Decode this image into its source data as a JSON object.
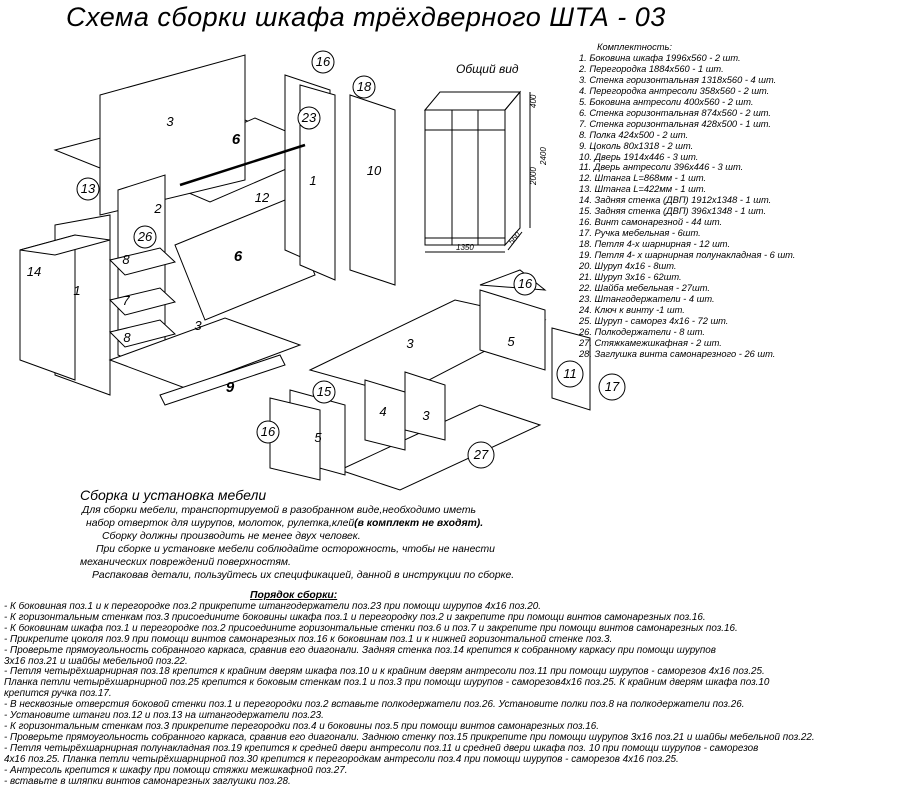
{
  "title": "Схема сборки шкафа трёхдверного  ШТА - 03",
  "overall_view": "Общий вид",
  "dimensions": {
    "height_total": "2400",
    "height_top": "400",
    "height_body": "2000",
    "depth": "560",
    "width": "1350"
  },
  "parts_header": "Комплектность:",
  "parts": [
    "1. Боковина шкафа 1996х560 - 2 шт.",
    "2. Перегородка 1884х560 - 1 шт.",
    "3. Стенка горизонтальная 1318х560 - 4 шт.",
    "4. Перегородка антресоли 358х560 - 2 шт.",
    "5. Боковина антресоли 400х560 - 2 шт.",
    "6. Стенка горизонтальная 874х560 - 2 шт.",
    "7. Стенка горизонтальная 428х500 - 1 шт.",
    "8. Полка  424х500 - 2 шт.",
    "9. Цоколь 80х1318 - 2 шт.",
    "10. Дверь 1914х446 - 3 шт.",
    "11. Дверь антресоли 396х446 - 3 шт.",
    "12. Штанга L=868мм - 1 шт.",
    "13. Штанга L=422мм - 1 шт.",
    "14. Задняя стенка (ДВП) 1912х1348 - 1 шт.",
    "15. Задняя стенка (ДВП) 396х1348 - 1 шт.",
    "16. Винт самонарезной - 44 шт.",
    "17. Ручка мебельная - 6шт.",
    "18. Петля 4-х шарнирная - 12 шт.",
    "19. Петля 4- х шарнирная полунакладная - 6 шт.",
    "20. Шуруп 4х16 - 8шт.",
    "21. Шуруп 3х16 - 62шт.",
    "22. Шайба мебельная - 27шт.",
    "23. Штангодержатели - 4 шт.",
    "24. Ключ к винту -1 шт.",
    "25. Шуруп - саморез 4х16 - 72 шт.",
    "26. Полкодержатели - 8 шт.",
    "27. Стяжкамежшкафная - 2 шт.",
    "28. Заглушка винта самонарезного - 26 шт."
  ],
  "callouts": {
    "c1": "1",
    "c2": "2",
    "c3": "3",
    "c5": "5",
    "c6": "6",
    "c7": "7",
    "c8": "8",
    "c9": "9",
    "c10": "10",
    "c11": "11",
    "c12": "12",
    "c13": "13",
    "c14": "14",
    "c15": "15",
    "c16": "16",
    "c17": "17",
    "c18": "18",
    "c23": "23",
    "c26": "26",
    "c27": "27",
    "c4": "4"
  },
  "assembly_title": "Сборка и установка мебели",
  "intro": [
    "Для сборки мебели, транспортируемой в разобранном виде,необходимо иметь",
    "набор отверток для шурупов, молоток, рулетка,клей",
    "(в комплект не входят).",
    "Сборку должны производить не менее двух человек.",
    "При сборке и установке мебели соблюдайте осторожность,  чтобы не нанести",
    "механических повреждений поверхностям.",
    "Распаковав детали, пользуйтесь их спецификацией, данной в инструкции по сборке."
  ],
  "order_title": "Порядок сборки:",
  "steps": [
    "- К боковиная поз.1 и к перегородке поз.2 прикрепите штангодержатели поз.23 при помощи шурупов 4х16 поз.20.",
    "- К горизонтальным стенкам поз.3 присоедините боковины шкафа поз.1 и перегородку поз.2 и закрепите при помощи винтов самонарезных поз.16.",
    "- К боковинам шкафа поз.1 и перегородке поз.2 присоедините горизонтальные стенки поз.6 и поз.7 и закрепите при помощи винтов самонарезных поз.16.",
    "- Прикрепите цоколя поз.9 при помощи винтов самонарезных поз.16 к боковинам поз.1 и к нижней горизонтальной стенке поз.3.",
    "- Проверьте прямоугольность собранного каркаса, сравнив его диагонали. Задняя стенка поз.14 крепится к собранному каркасу при помощи шурупов",
    "3х16 поз.21 и шайбы мебельной поз.22.",
    "- Петля четырёхшарнирная поз.18 крепится к крайним дверям шкафа поз.10 и к крайним дверям антресоли поз.11 при помощи шурупов  - саморезов 4х16 поз.25.",
    "Планка петли четырёхшарнирной поз.25 крепится к боковым стенкам поз.1 и поз.3  при помощи шурупов  - саморезов4х16 поз.25. К крайним дверям шкафа поз.10",
    "крепится ручка поз.17.",
    "- В несквозные отверстия боковой стенки поз.1 и перегородки поз.2 вставьте полкодержатели поз.26. Установите полки поз.8 на полкодержатели поз.26.",
    "- Установите штанги поз.12 и поз.13 на штангодержатели поз.23.",
    "- К горизонтальным стенкам поз.3 прикрепите перегородки поз.4 и боковины поз.5 при помощи винтов самонарезных поз.16.",
    "- Проверьте прямоугольность собранного каркаса, сравнив его диагонали. Заднюю стенку поз.15 прикрепите при помощи шурупов 3х16 поз.21 и шайбы мебельной поз.22.",
    "- Петля четырёхшарнирная полунакладная  поз.19 крепится к средней двери антресоли поз.11 и средней двери шкафа поз. 10  при помощи шурупов - саморезов",
    "4х16 поз.25. Планка петли четырёхшарнирной поз.30 крепится  к перегородкам антресоли поз.4 при помощи шурупов  - саморезов 4х16 поз.25.",
    "- Антресоль крепится к шкафу при помощи стяжки межшкафной  поз.27.",
    "- вставьте в шляпки винтов самонарезных заглушки поз.28."
  ],
  "colors": {
    "ink": "#000000",
    "paper": "#ffffff"
  }
}
